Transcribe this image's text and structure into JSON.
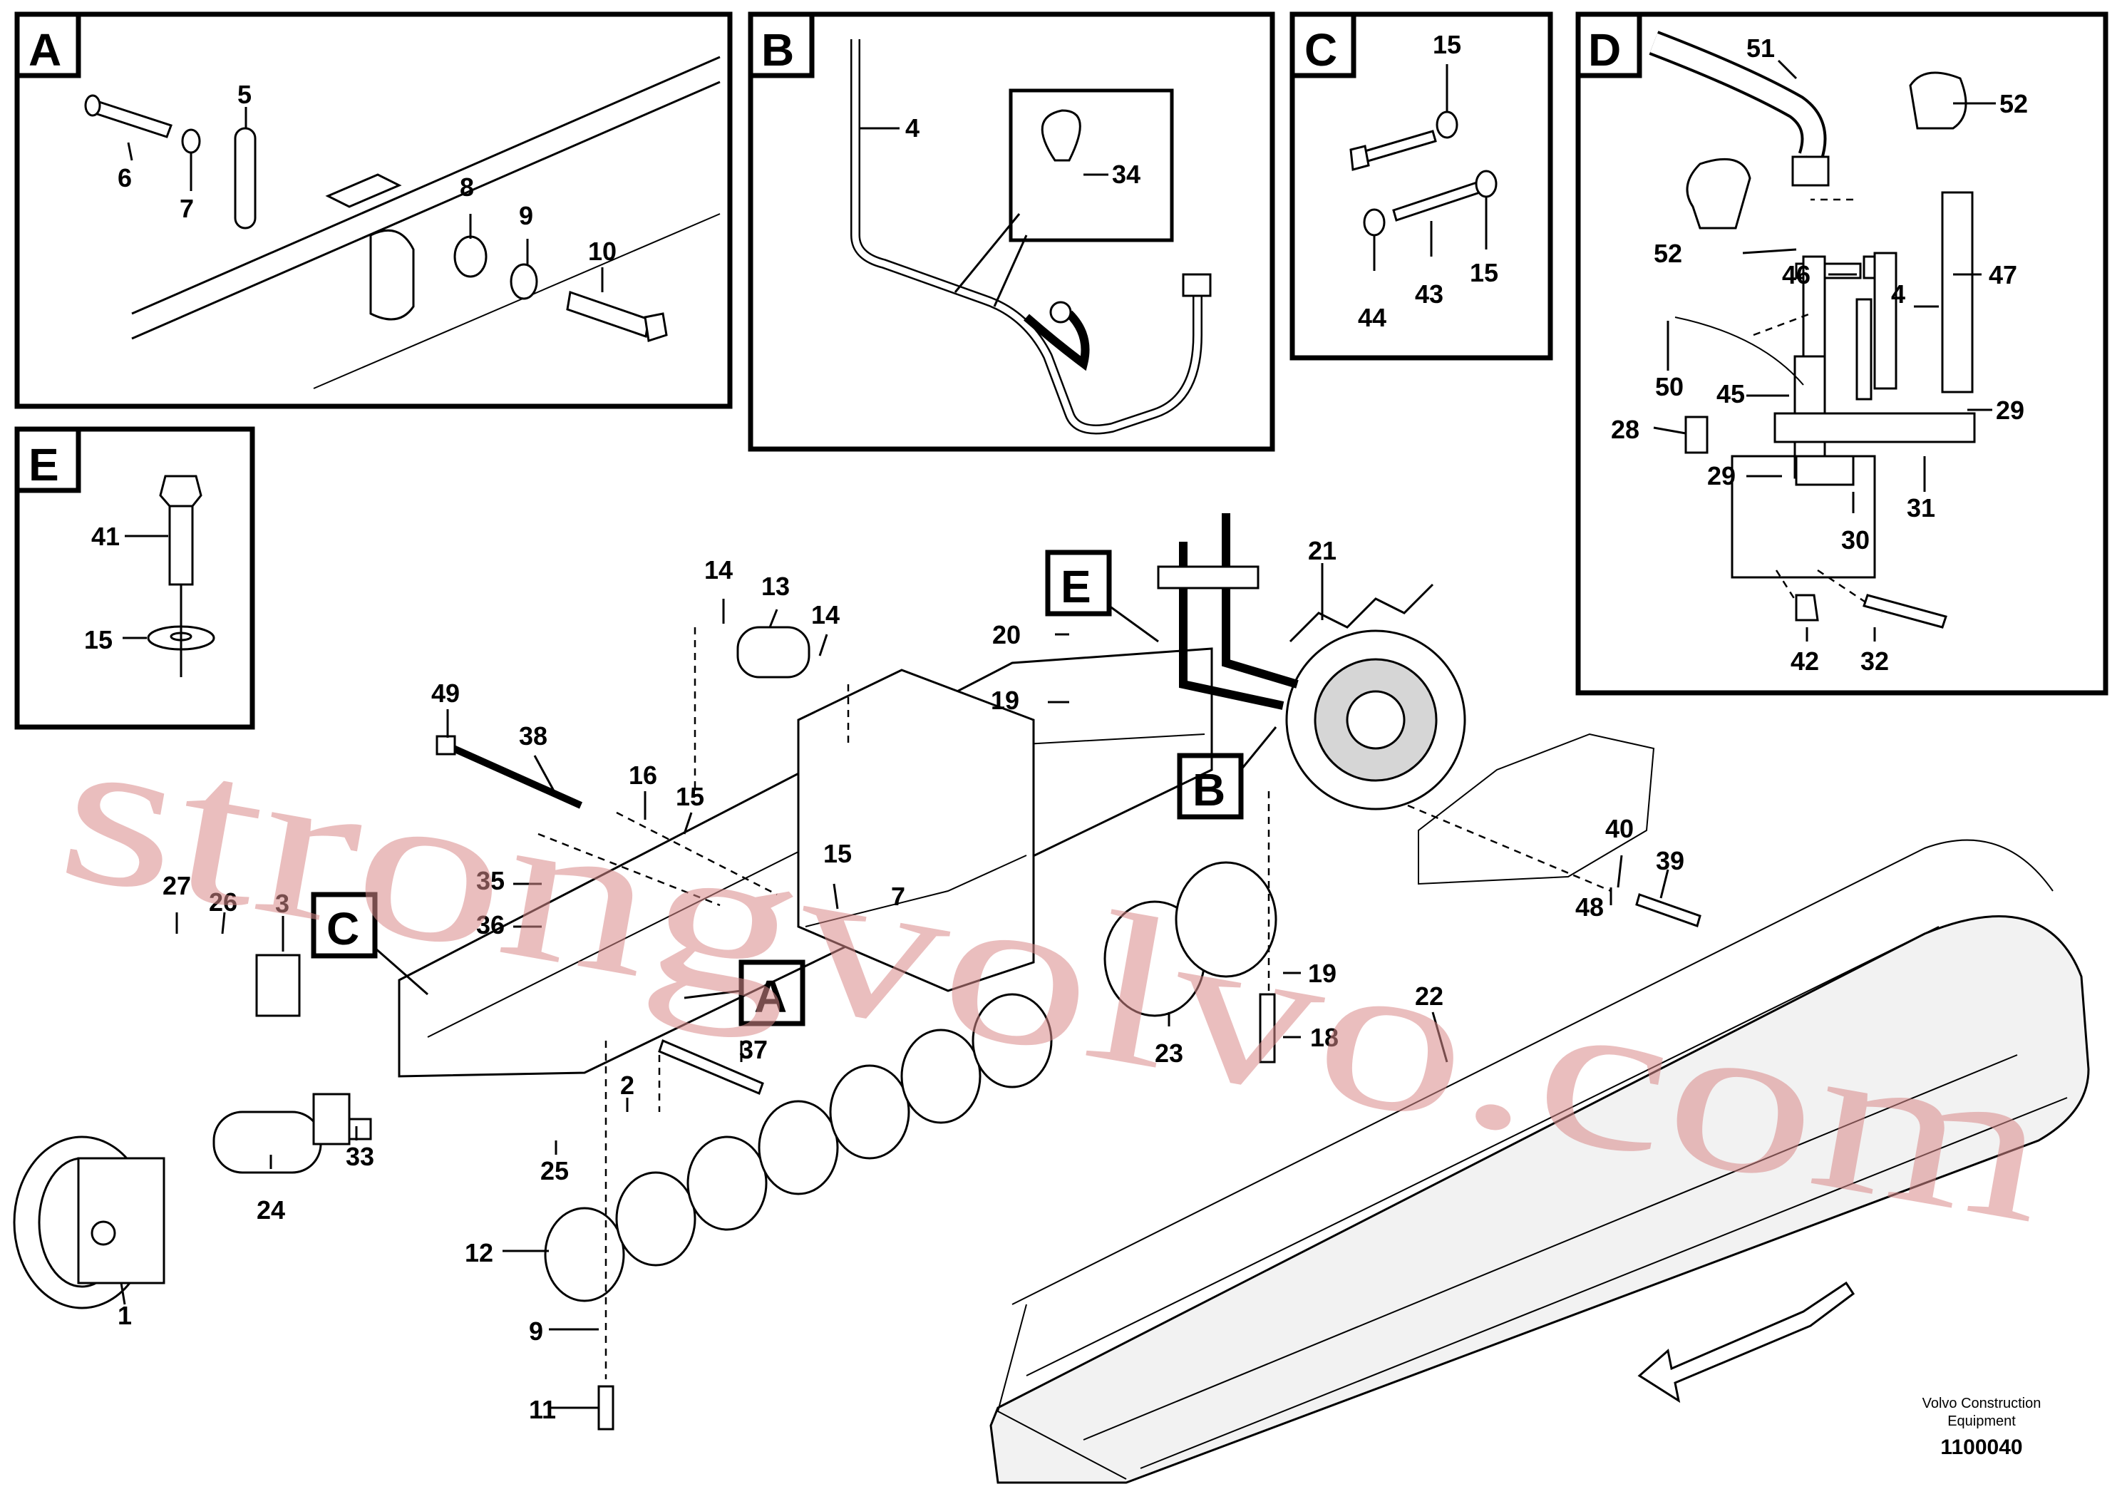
{
  "insets": {
    "A": {
      "letter": "A",
      "callouts": [
        "5",
        "6",
        "7",
        "8",
        "9",
        "10"
      ]
    },
    "B": {
      "letter": "B",
      "callouts": [
        "4",
        "34"
      ]
    },
    "C": {
      "letter": "C",
      "callouts": [
        "15",
        "43",
        "44",
        "15"
      ]
    },
    "D": {
      "letter": "D",
      "callouts": [
        "51",
        "52",
        "52",
        "46",
        "4",
        "47",
        "50",
        "45",
        "28",
        "29",
        "29",
        "30",
        "31",
        "42",
        "32"
      ]
    },
    "E": {
      "letter": "E",
      "callouts": [
        "41",
        "15"
      ]
    }
  },
  "main_callouts": [
    "14",
    "13",
    "14",
    "21",
    "20",
    "19",
    "49",
    "38",
    "16",
    "15",
    "15",
    "7",
    "35",
    "36",
    "27",
    "26",
    "3",
    "40",
    "39",
    "48",
    "19",
    "18",
    "22",
    "23",
    "37",
    "2",
    "33",
    "25",
    "24",
    "12",
    "1",
    "9",
    "11"
  ],
  "main_markers": [
    "E",
    "B",
    "C",
    "A"
  ],
  "watermark": "strongvolvo.com",
  "footer": {
    "company": "Volvo Construction",
    "company2": "Equipment",
    "drawing_number": "1100040"
  }
}
